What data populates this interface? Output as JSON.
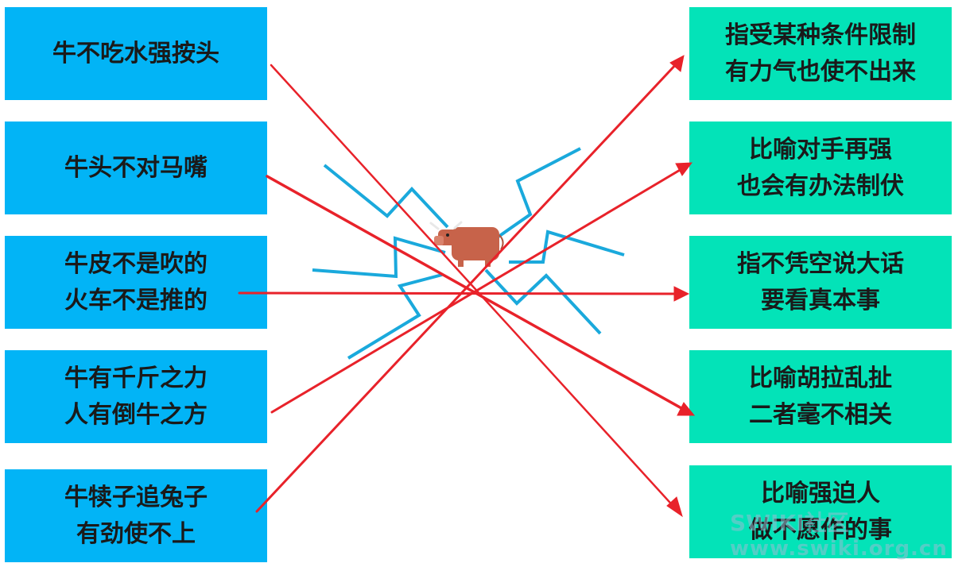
{
  "idioms": [
    {
      "id": "idiom-1",
      "lines": [
        "牛不吃水强按头"
      ]
    },
    {
      "id": "idiom-2",
      "lines": [
        "牛头不对马嘴"
      ]
    },
    {
      "id": "idiom-3",
      "lines": [
        "牛皮不是吹的",
        "火车不是推的"
      ]
    },
    {
      "id": "idiom-4",
      "lines": [
        "牛有千斤之力",
        "人有倒牛之方"
      ]
    },
    {
      "id": "idiom-5",
      "lines": [
        "牛犊子追兔子",
        "有劲使不上"
      ]
    }
  ],
  "meanings": [
    {
      "id": "meaning-1",
      "lines": [
        "指受某种条件限制",
        "有力气也使不出来"
      ]
    },
    {
      "id": "meaning-2",
      "lines": [
        "比喻对手再强",
        "也会有办法制伏"
      ]
    },
    {
      "id": "meaning-3",
      "lines": [
        "指不凭空说大话",
        "要看真本事"
      ]
    },
    {
      "id": "meaning-4",
      "lines": [
        "比喻胡拉乱扯",
        "二者毫不相关"
      ]
    },
    {
      "id": "meaning-5",
      "lines": [
        "比喻强迫人",
        "做不愿作的事"
      ]
    }
  ],
  "matches": [
    {
      "from": 1,
      "to": 5
    },
    {
      "from": 2,
      "to": 4
    },
    {
      "from": 3,
      "to": 3
    },
    {
      "from": 4,
      "to": 2
    },
    {
      "from": 5,
      "to": 1
    }
  ],
  "colors": {
    "left_box": "#02b4f6",
    "right_box": "#03e3b8",
    "arrow": "#e8222a",
    "zigzag": "#1aa9dc",
    "ox_body": "#c7634a"
  },
  "watermark": {
    "line1": "SWIKI社区",
    "line2": "www.swiki.org.cn"
  }
}
